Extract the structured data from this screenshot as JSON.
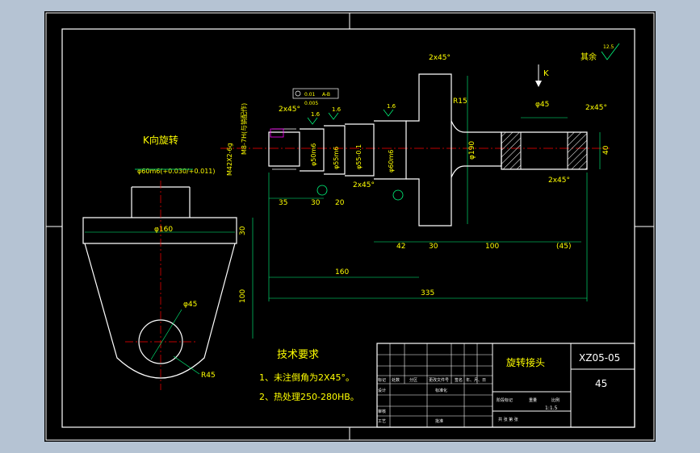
{
  "drawing": {
    "view_label": "K向旋转",
    "view_marker": "K",
    "rough_symbol": "其余",
    "rough_value": "12.5",
    "tech_title": "技术要求",
    "tech_items": [
      "1、未注倒角为2X45°。",
      "2、热处理250-280HB。"
    ]
  },
  "dims": {
    "phi60": "φ60m6(+0.030/+0.011)",
    "phi160": "φ160",
    "phi45_lower": "φ45",
    "r45": "R45",
    "d30_v": "30",
    "d100_v": "100",
    "chamfer_top": "2x45°",
    "chamfer_left": "2x45°",
    "chamfer_right_top": "2x45°",
    "chamfer_right_bot": "2x45°",
    "chamfer_mid": "2x45°",
    "m42": "M42X2-6g",
    "m8": "M8-7H(与销配作)",
    "phi50": "φ50m6",
    "phi55f": "φ55m6",
    "phi55": "φ55-0.1",
    "phi60m6": "φ60m6",
    "phi190": "φ190",
    "phi45_right": "φ45",
    "d40": "40",
    "r15": "R15",
    "d35": "35",
    "d30a": "30",
    "d20": "20",
    "d42": "42",
    "d30b": "30",
    "d100": "100",
    "d45p": "(45)",
    "d160": "160",
    "d335": "335",
    "rough16a": "1.6",
    "rough16b": "1.6",
    "rough16c": "1.6",
    "tol_a": "0.01",
    "tol_b": "A-B",
    "tol_c": "0.005"
  },
  "title_block": {
    "part_name": "旋转接头",
    "drawing_no": "XZ05-05",
    "material": "45",
    "scale": "1:1.5",
    "weight_label": "比例",
    "sheet_label": "共 张 第 张",
    "row_labels": [
      "标记",
      "处数",
      "分区",
      "更改文件号",
      "签名",
      "年、月、日"
    ],
    "left_labels": [
      "设计",
      "审核",
      "工艺"
    ],
    "std_label": "标准化",
    "approve_label": "批准",
    "stage_label": "阶段标记",
    "weight": "重量"
  },
  "colors": {
    "background": "#000000",
    "outline": "#ffffff",
    "dimension": "#00ff7f",
    "centerline": "#ff0000",
    "text": "#ffff00"
  }
}
